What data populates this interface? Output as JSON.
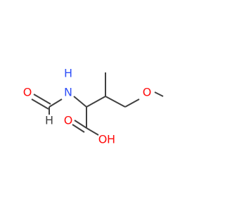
{
  "molecule": {
    "atoms": {
      "formyl_o": {
        "symbol": "O",
        "color": "#ff0d0d"
      },
      "formyl_h": {
        "symbol": "H",
        "color": "#404040"
      },
      "amide_n": {
        "symbol": "N",
        "color": "#3050f8"
      },
      "amide_h": {
        "symbol": "H",
        "color": "#3050f8"
      },
      "ether_o": {
        "symbol": "O",
        "color": "#ff0d0d"
      },
      "carbonyl_o": {
        "symbol": "O",
        "color": "#ff0d0d"
      },
      "hydroxyl_o": {
        "symbol": "O",
        "color": "#ff0d0d"
      },
      "hydroxyl_h": {
        "symbol": "H",
        "color": "#ff0d0d"
      }
    },
    "bond_color": "#404040"
  }
}
